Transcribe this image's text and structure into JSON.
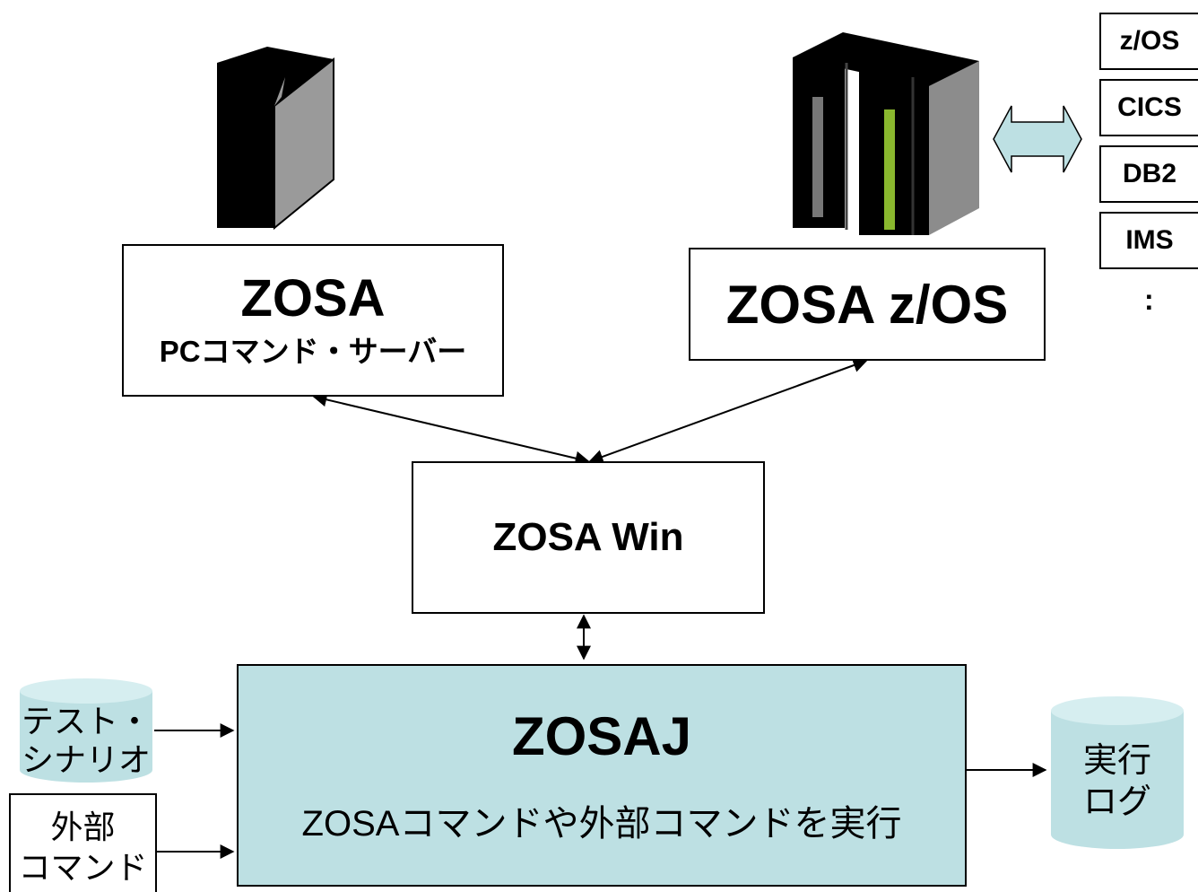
{
  "pc_server": {
    "title": "ZOSA",
    "subtitle": "PCコマンド・サーバー"
  },
  "zos_server": {
    "title": "ZOSA z/OS"
  },
  "zosa_win": {
    "title": "ZOSA Win"
  },
  "zosaj": {
    "title": "ZOSAJ",
    "description": "ZOSAコマンドや外部コマンドを実行"
  },
  "mainframe_stack": [
    "z/OS",
    "CICS",
    "DB2",
    "IMS"
  ],
  "stack_more": ":",
  "test_scenario": {
    "line1": "テスト・",
    "line2": "シナリオ"
  },
  "external_command": {
    "line1": "外部",
    "line2": "コマンド"
  },
  "exec_log": {
    "line1": "実行",
    "line2": "ログ"
  },
  "colors": {
    "zosaj_fill": "#bde0e3",
    "cylinder_fill": "#bde0e3",
    "double_arrow_fill": "#bde0e3",
    "tower_dark": "#000000",
    "tower_gray": "#9a9a9a",
    "mainframe_green": "#8ab82e"
  }
}
